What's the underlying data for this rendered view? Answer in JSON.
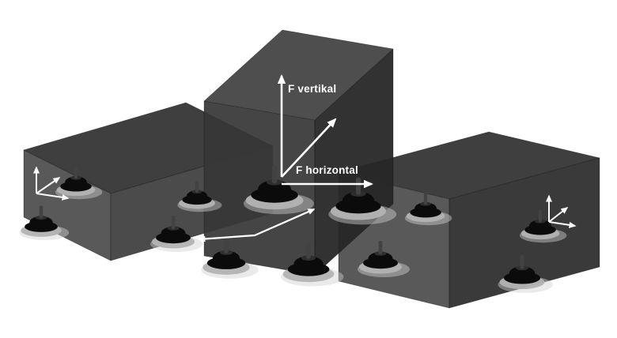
{
  "diagram": {
    "labels": {
      "force_vertical": "F vertikal",
      "force_horizontal": "F horizontal"
    },
    "colors": {
      "background": "#ffffff",
      "arrow": "#ffffff",
      "label_text": "#ffffff",
      "slab_top": "#3f3f3f",
      "slab_front_light": "#595959",
      "slab_front_mid": "#4b4b4b",
      "slab_side": "#3a3a3a",
      "block_top": "#4e4e4e",
      "block_front": "#373737",
      "block_side": "#272727",
      "mount_body": "#0b0b0b",
      "mount_top": "#2e2e2e",
      "mount_stud": "#424242",
      "pad": "#b3b3b3",
      "shadow": "#d0d0d0"
    },
    "mounts": {
      "count": 12
    },
    "axis_triads": {
      "count": 2
    }
  }
}
